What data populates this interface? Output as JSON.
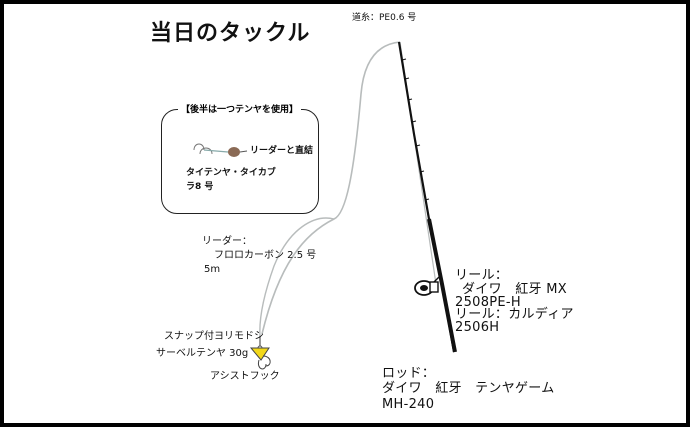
{
  "title": "当日のタックル",
  "mainline": "道糸：PE0.6 号",
  "inset": {
    "title": "【後半は一つテンヤを使用】",
    "connection": "リーダーと直結",
    "hook_line1": "タイテンヤ・タイカブ",
    "hook_line2": "ラ8 号"
  },
  "leader": {
    "line1": "リーダー：",
    "line2": "フロロカーボン 2.5 号",
    "line3": "5m"
  },
  "rig": {
    "snap": "スナップ付ヨリモドシ",
    "tenya": "サーベルテンヤ 30g",
    "assist": "アシストフック"
  },
  "reel": {
    "line1": "リール：",
    "line2": "ダイワ　紅牙 MX",
    "line3": "2508PE-H",
    "line4": "リール：カルディア",
    "line5": "2506H"
  },
  "rod": {
    "line1": "ロッド：",
    "line2": "ダイワ　紅牙　テンヤゲーム",
    "line3": "MH-240"
  },
  "colors": {
    "background": "#ffffff",
    "border": "#000000",
    "line": "#b8bcbc",
    "rod": "#111111",
    "tenya_head": "#f2d81a",
    "sinker": "#8a6a55"
  }
}
